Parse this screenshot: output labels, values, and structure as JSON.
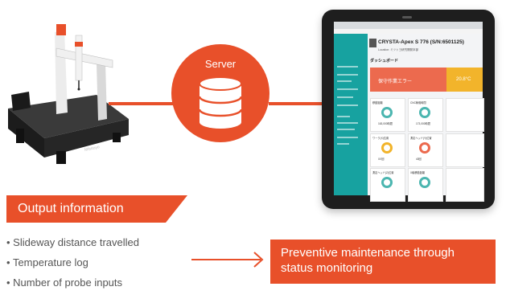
{
  "colors": {
    "accent": "#e8502a",
    "teal": "#17a2a0",
    "tablet_frame": "#1e1e1e",
    "machine_body": "#2a2a2a",
    "machine_frame": "#e6e6e6"
  },
  "machine": {
    "brand": "Mitutoyo",
    "icon": "coordinate-measuring-machine"
  },
  "server": {
    "label": "Server",
    "icon": "database-cylinder"
  },
  "tablet": {
    "sidebar_title": "Customer Name",
    "model": "CRYSTA-Apex S 776 (S/N:6501125)",
    "location": "Location: ミツトヨ研究開発本部",
    "dashboard_title": "ダッシュボード",
    "alert_red": "保守作業エラー",
    "alert_yellow": "20.8°C",
    "tiles": [
      {
        "title": "移動距離",
        "value": "163,000時間",
        "color": "#4cb6b0"
      },
      {
        "title": "CNC稼働時間",
        "value": "173,000時間",
        "color": "#4cb6b0"
      },
      {
        "title": "ワーク(X)位置",
        "value": "XX回",
        "color": "#f2b42b"
      },
      {
        "title": "測定ヘッド(Y)位置",
        "value": "40回",
        "color": "#ec6a4e"
      },
      {
        "title": "測定ヘッド(Z)位置",
        "value": "",
        "color": "#4cb6b0"
      },
      {
        "title": "X軸移動距離",
        "value": "",
        "color": "#4cb6b0"
      }
    ]
  },
  "output": {
    "heading": "Output information",
    "items": [
      "Slideway distance travelled",
      "Temperature log",
      "Number of probe inputs"
    ]
  },
  "result": {
    "text": "Preventive maintenance through status monitoring"
  }
}
